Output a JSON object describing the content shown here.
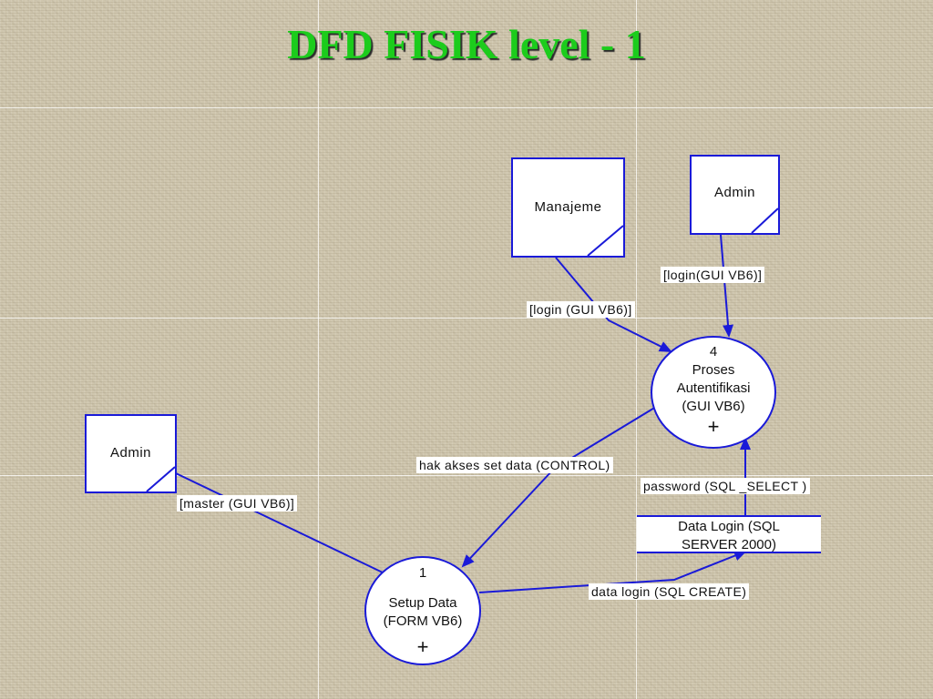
{
  "title": "DFD FISIK level - 1",
  "entities": {
    "manajemen": "Manajeme",
    "admin_top": "Admin",
    "admin_left": "Admin"
  },
  "processes": {
    "p4": {
      "number": "4",
      "line1": "Proses",
      "line2": "Autentifikasi",
      "line3": "(GUI VB6)",
      "marker": "+"
    },
    "p1": {
      "number": "1",
      "line1": "Setup Data",
      "line2": "(FORM VB6)",
      "marker": "+"
    }
  },
  "store": {
    "line1": "Data Login (SQL",
    "line2": "SERVER 2000)"
  },
  "flows": {
    "admin_login": "[login(GUI VB6)]",
    "manajemen_login": "[login (GUI VB6)]",
    "hak_akses": "hak akses set data (CONTROL)",
    "password": "password (SQL _SELECT )",
    "master": "[master (GUI VB6)]",
    "data_login": "data login (SQL CREATE)"
  },
  "colors": {
    "title": "#1ccc1c",
    "line": "#1a1ad8",
    "background": "#cfc6ae"
  }
}
